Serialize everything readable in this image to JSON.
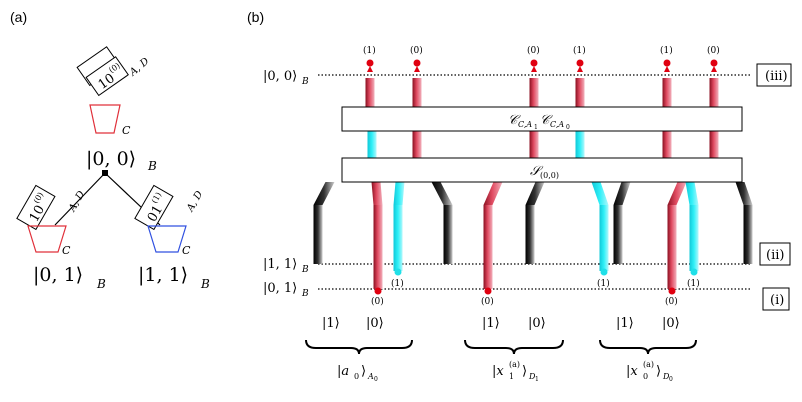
{
  "panel_a": {
    "label": "(a)",
    "top_state": "|0, 0⟩",
    "left_state": "|0, 1⟩",
    "right_state": "|1, 1⟩",
    "state_sub": "B",
    "box_top": "10",
    "box_top_sup": "(0)",
    "box_left": "10",
    "box_left_sup": "(0)",
    "box_right": "01",
    "box_right_sup": "(1)",
    "cone_label": "C",
    "ad_label": "A, D",
    "colors": {
      "red": "#e0303a",
      "blue": "#3050e0",
      "black": "#000000"
    }
  },
  "panel_b": {
    "label": "(b)",
    "level_iii": "|0, 0⟩",
    "level_ii": "|1, 1⟩",
    "level_i": "|0, 1⟩",
    "level_sub": "B",
    "tag_iii": "(iii)",
    "tag_ii": "(ii)",
    "tag_i": "(i)",
    "gate_top": "𝒞",
    "gate_top_sub1": "C,A",
    "gate_top_sub1b": "1",
    "gate_top_mid": "𝒞",
    "gate_top_sub2": "C,A",
    "gate_top_sub2b": "0",
    "gate_bottom": "𝒮",
    "gate_bottom_sub": "(0,0)",
    "top_labels": [
      "(1)",
      "(0)",
      "(0)",
      "(1)",
      "(1)",
      "(0)"
    ],
    "bottom_red_labels": [
      "(0)",
      "(0)",
      "(0)"
    ],
    "bottom_cyan_labels": [
      "(1)",
      "(1)",
      "(1)"
    ],
    "input_kets": [
      "|1⟩",
      "|0⟩",
      "|1⟩",
      "|0⟩",
      "|1⟩",
      "|0⟩"
    ],
    "brace_labels": [
      {
        "main": "|a",
        "sub0": "0",
        "close": "⟩",
        "sub": "A",
        "sub2": "0"
      },
      {
        "main": "|x",
        "sup": "(a)",
        "sub0": "1",
        "close": "⟩",
        "sub": "D",
        "sub2": "1"
      },
      {
        "main": "|x",
        "sup": "(a)",
        "sub0": "0",
        "close": "⟩",
        "sub": "D",
        "sub2": "0"
      }
    ],
    "colors": {
      "red": "#c0304a",
      "cyan": "#20e0e8",
      "black": "#1a1a1a",
      "dot": "#e00010"
    }
  }
}
